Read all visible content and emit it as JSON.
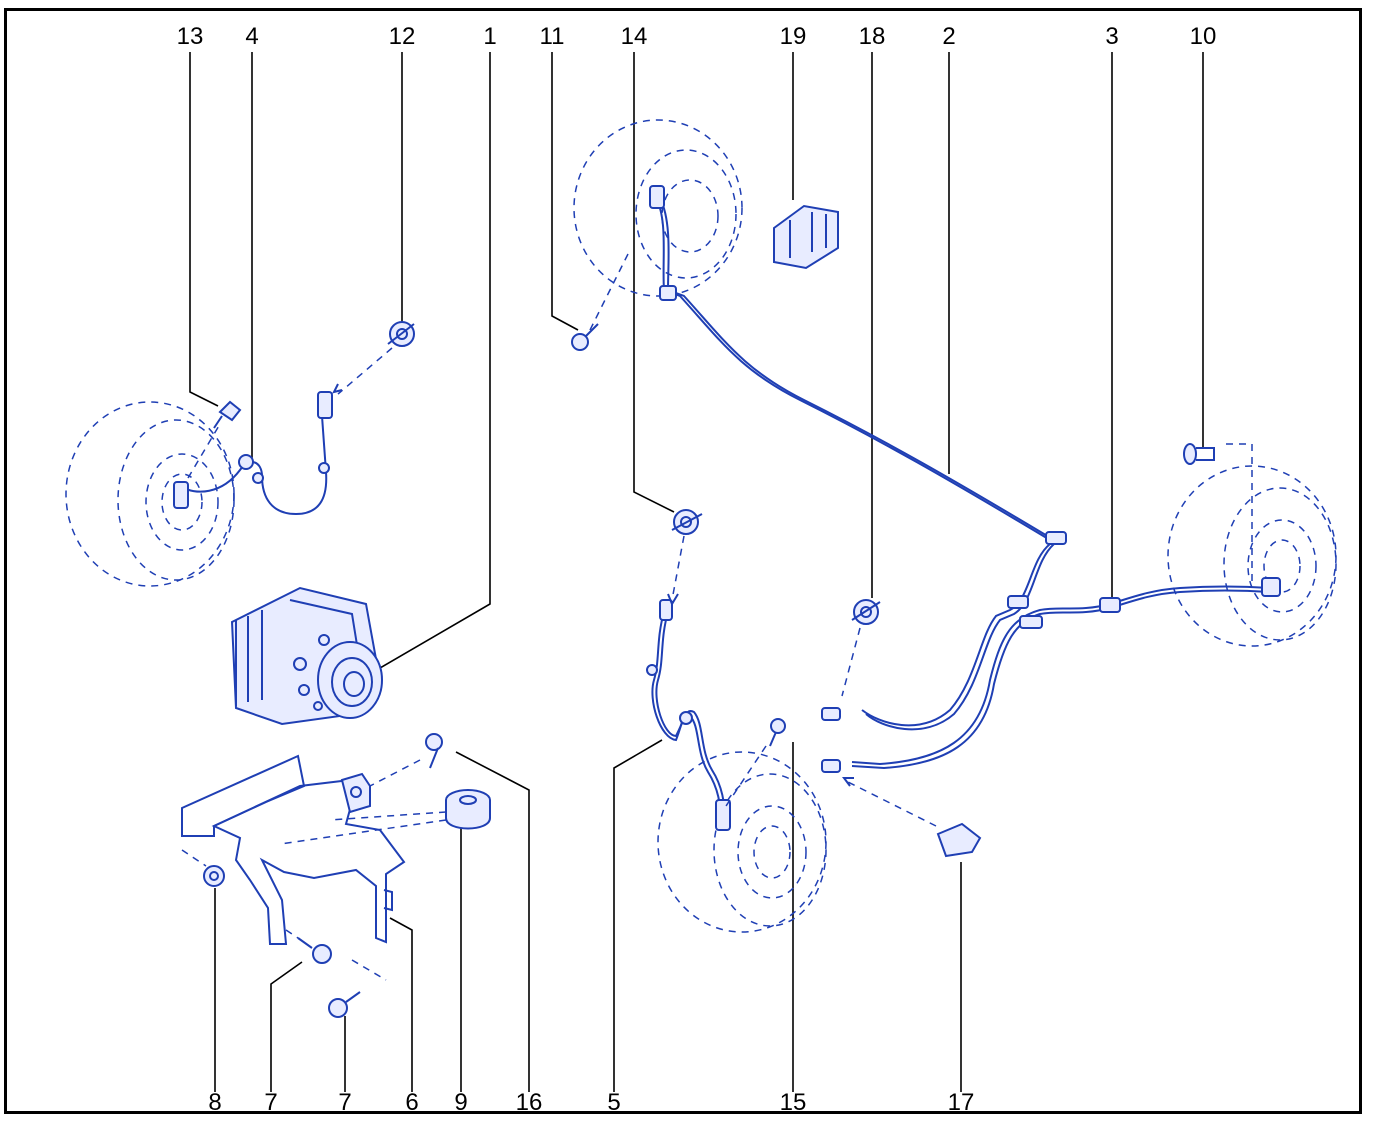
{
  "diagram": {
    "callouts": {
      "top": [
        "13",
        "4",
        "12",
        "1",
        "11",
        "14",
        "19",
        "18",
        "2",
        "3",
        "10"
      ],
      "bottom": [
        "8",
        "7",
        "7",
        "6",
        "9",
        "16",
        "5",
        "15",
        "17"
      ]
    },
    "colors": {
      "line_art": "#1f3fb4",
      "labels": "#000000",
      "frame": "#000000"
    },
    "parts": [
      "abs-hydraulic-unit",
      "rear-right-sensor-harness",
      "rear-left-sensor-harness",
      "front-left-sensor-harness",
      "front-right-sensor-harness",
      "mounting-bracket",
      "bolt",
      "nut",
      "rubber-mount",
      "screw",
      "clip",
      "connector-holder"
    ]
  }
}
